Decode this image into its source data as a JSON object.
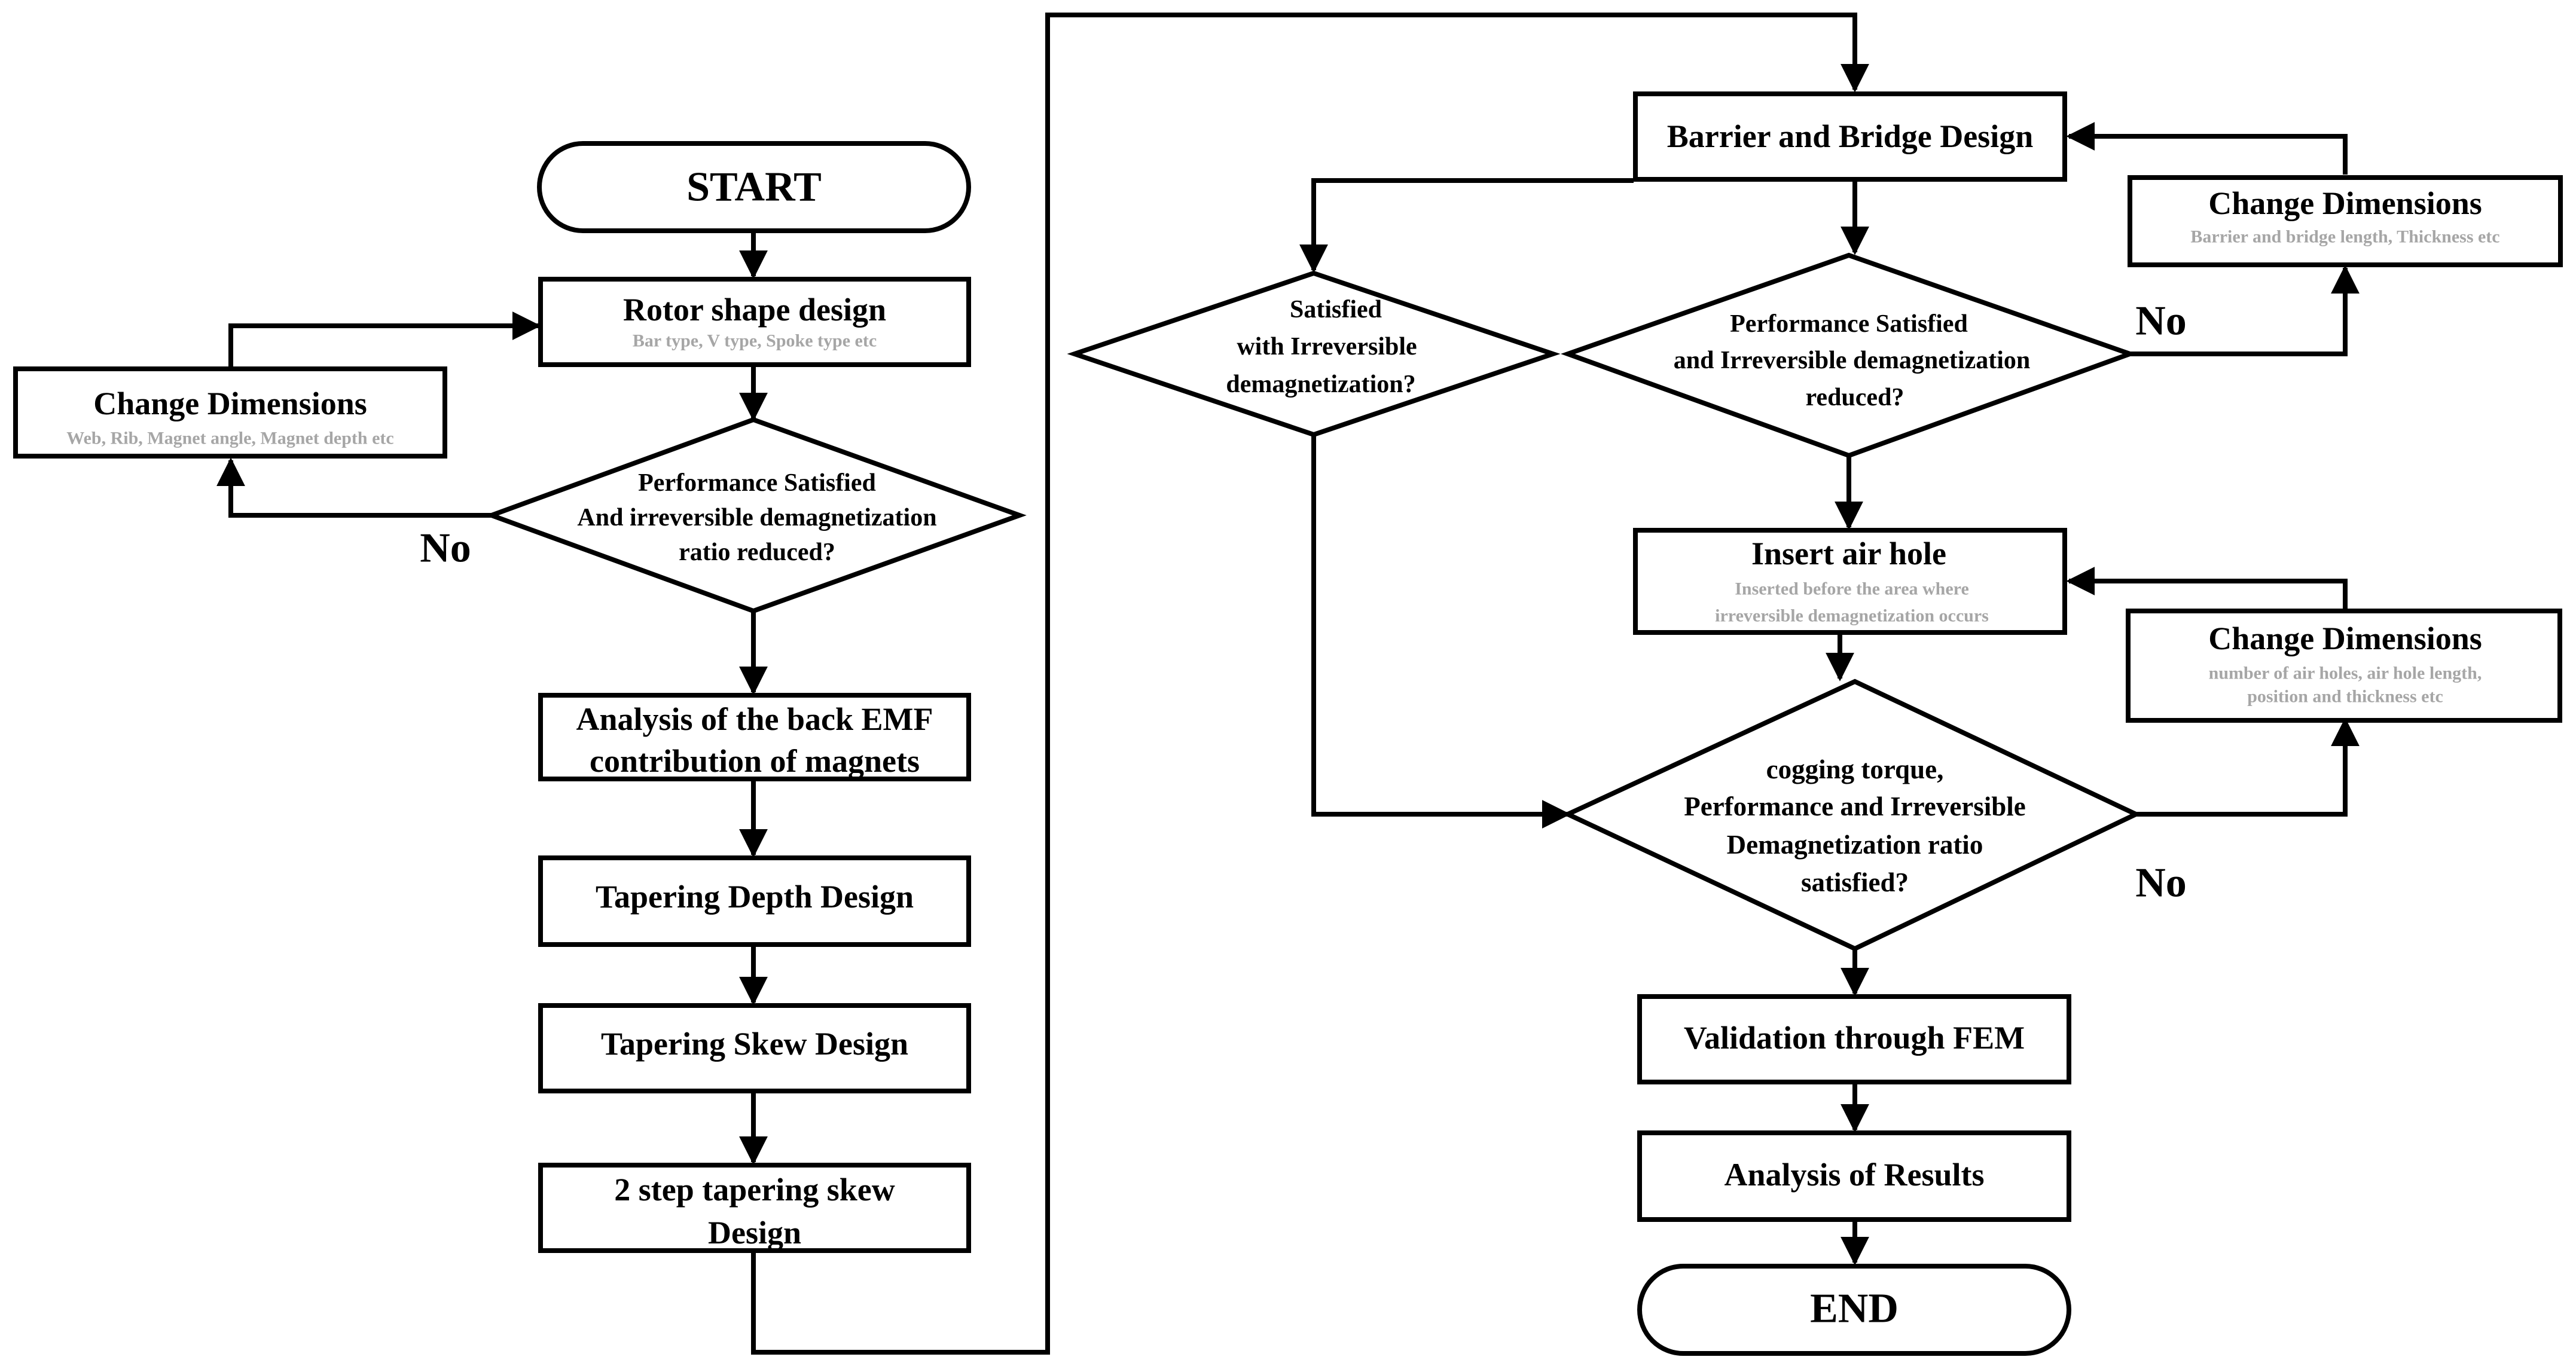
{
  "left": {
    "start": "START",
    "rotor": {
      "title": "Rotor shape design",
      "sub": "Bar type, V type, Spoke type etc"
    },
    "change": {
      "title": "Change Dimensions",
      "sub": "Web, Rib, Magnet angle, Magnet depth etc"
    },
    "decision": {
      "lines": [
        "Performance Satisfied",
        "And irreversible demagnetization",
        "ratio reduced?"
      ]
    },
    "no": "No",
    "backemf": {
      "lines": [
        "Analysis of the back EMF",
        "contribution of magnets"
      ]
    },
    "depth": "Tapering Depth Design",
    "skew": "Tapering Skew Design",
    "twostep": {
      "lines": [
        "2 step tapering skew",
        "Design"
      ]
    }
  },
  "right": {
    "barrier": "Barrier and Bridge Design",
    "change1": {
      "title": "Change Dimensions",
      "sub": "Barrier and bridge length, Thickness etc"
    },
    "satisfied": {
      "lines": [
        "Satisfied",
        "with  Irreversible",
        "demagnetization?"
      ]
    },
    "perf": {
      "lines": [
        "Performance Satisfied",
        "and Irreversible demagnetization",
        "reduced?"
      ]
    },
    "no1": "No",
    "airhole": {
      "title": "Insert air hole",
      "sub": [
        "Inserted before the area where",
        "irreversible demagnetization occurs"
      ]
    },
    "change2": {
      "title": "Change Dimensions",
      "sub": [
        "number of air holes, air hole length,",
        "position and thickness etc"
      ]
    },
    "cogging": {
      "lines": [
        "cogging torque,",
        "Performance and Irreversible",
        "Demagnetization ratio",
        "satisfied?"
      ]
    },
    "no2": "No",
    "fem": "Validation through FEM",
    "results": "Analysis of Results",
    "end": "END"
  }
}
